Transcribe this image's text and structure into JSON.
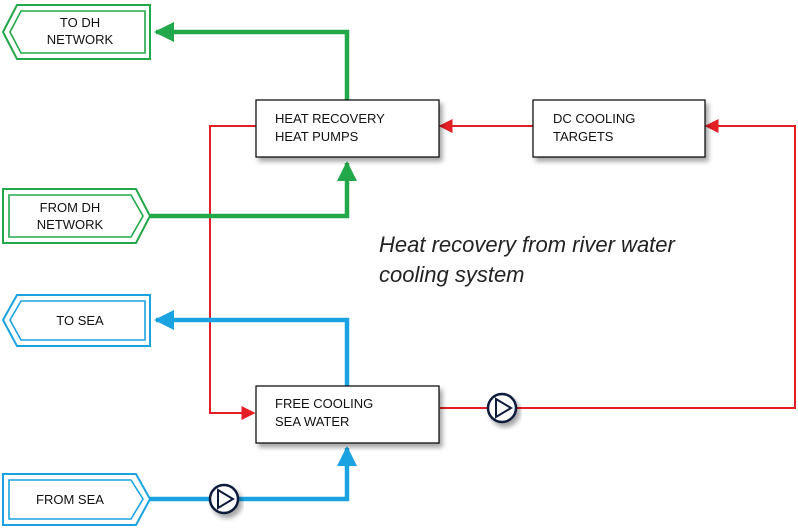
{
  "colors": {
    "district_heating": "#22a84a",
    "sea_water": "#1aa3e0",
    "cooling_loop": "#e31e24",
    "pump_stroke": "#0f1b3a",
    "box_stroke": "#000000"
  },
  "terminals": {
    "to_dh": [
      "TO DH",
      "NETWORK"
    ],
    "from_dh": [
      "FROM DH",
      "NETWORK"
    ],
    "to_sea": [
      "TO SEA"
    ],
    "from_sea": [
      "FROM SEA"
    ]
  },
  "units": {
    "heat_recovery": [
      "HEAT RECOVERY",
      "HEAT PUMPS"
    ],
    "dc_cooling": [
      "DC COOLING",
      "TARGETS"
    ],
    "free_cooling": [
      "FREE COOLING",
      "SEA WATER"
    ]
  },
  "caption": [
    "Heat recovery from river water",
    "cooling system"
  ],
  "icons": [
    "pump-icon",
    "pump-icon"
  ]
}
